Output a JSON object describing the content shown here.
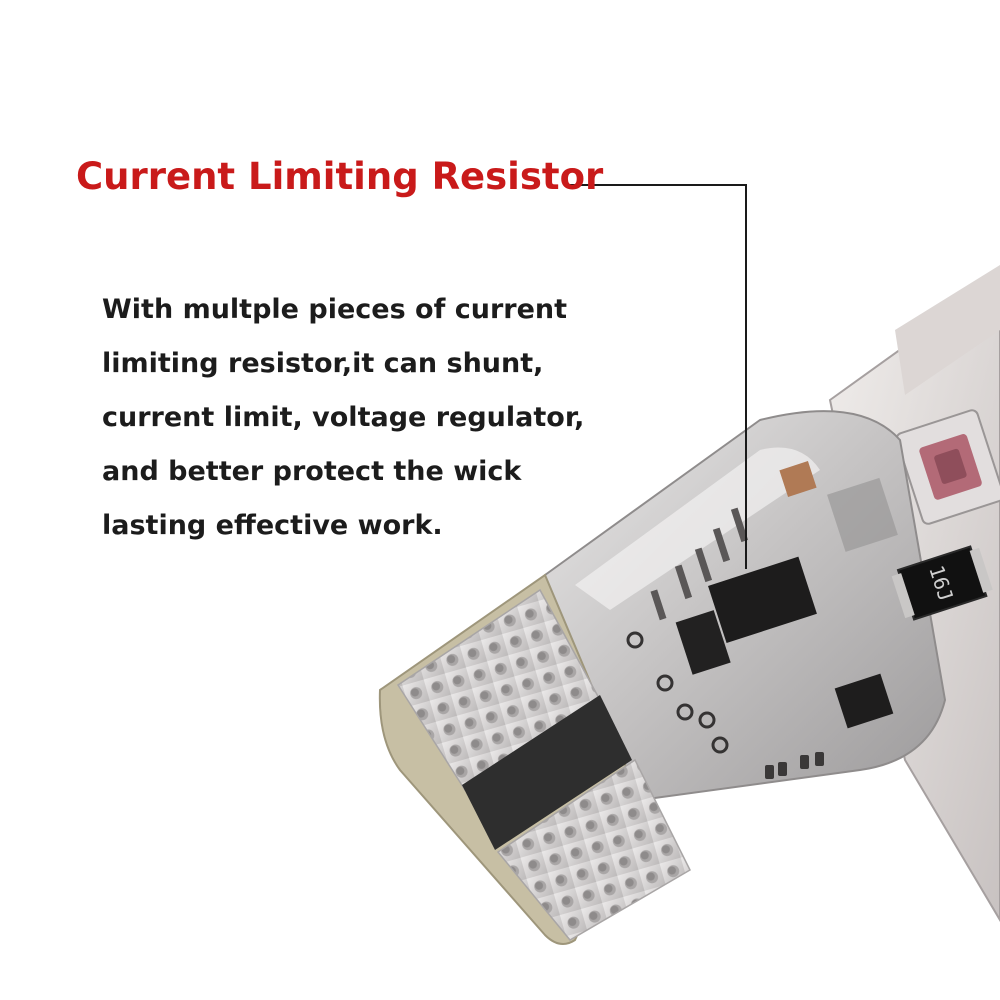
{
  "callout": {
    "title": "Current Limiting Resistor",
    "title_color": "#c91a1a",
    "lines": [
      "With multple pieces of current",
      "limiting resistor,it can shunt,",
      "current limit, voltage regulator,",
      "and better protect the wick",
      "lasting effective work."
    ]
  },
  "product": {
    "chip_marking": "16J",
    "colors": {
      "housing": "#c9c7c6",
      "pad": "#cfcdcd",
      "pcb_edge": "#c7bfa4",
      "contact_band": "#2e2e2e",
      "led": "#b36a77"
    }
  }
}
